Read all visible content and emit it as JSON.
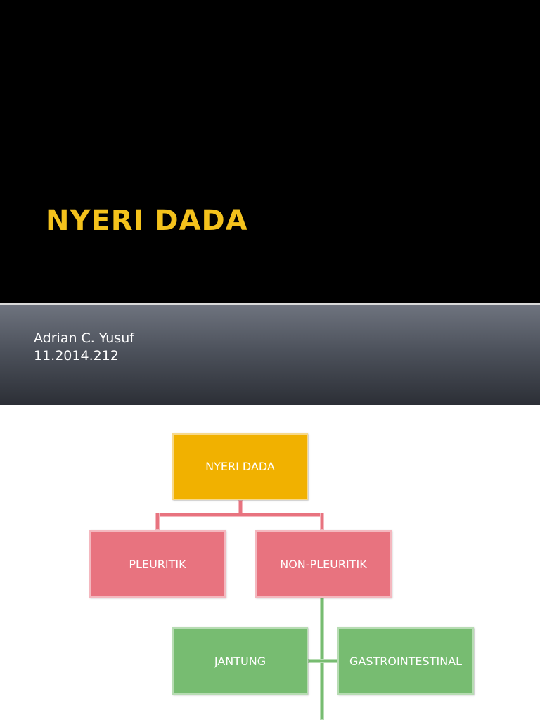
{
  "slide": {
    "title": "NYERI DADA",
    "author": "Adrian C. Yusuf",
    "student_id": "11.2014.212"
  },
  "chart": {
    "root": "NYERI DADA",
    "level2": [
      "PLEURITIK",
      "NON-PLEURITIK"
    ],
    "level3": [
      "JANTUNG",
      "GASTROINTESTINAL"
    ]
  },
  "colors": {
    "title_text": "#f4c21c",
    "root_node": "#f1b100",
    "pink_node": "#e8737f",
    "green_node": "#77bc71"
  }
}
